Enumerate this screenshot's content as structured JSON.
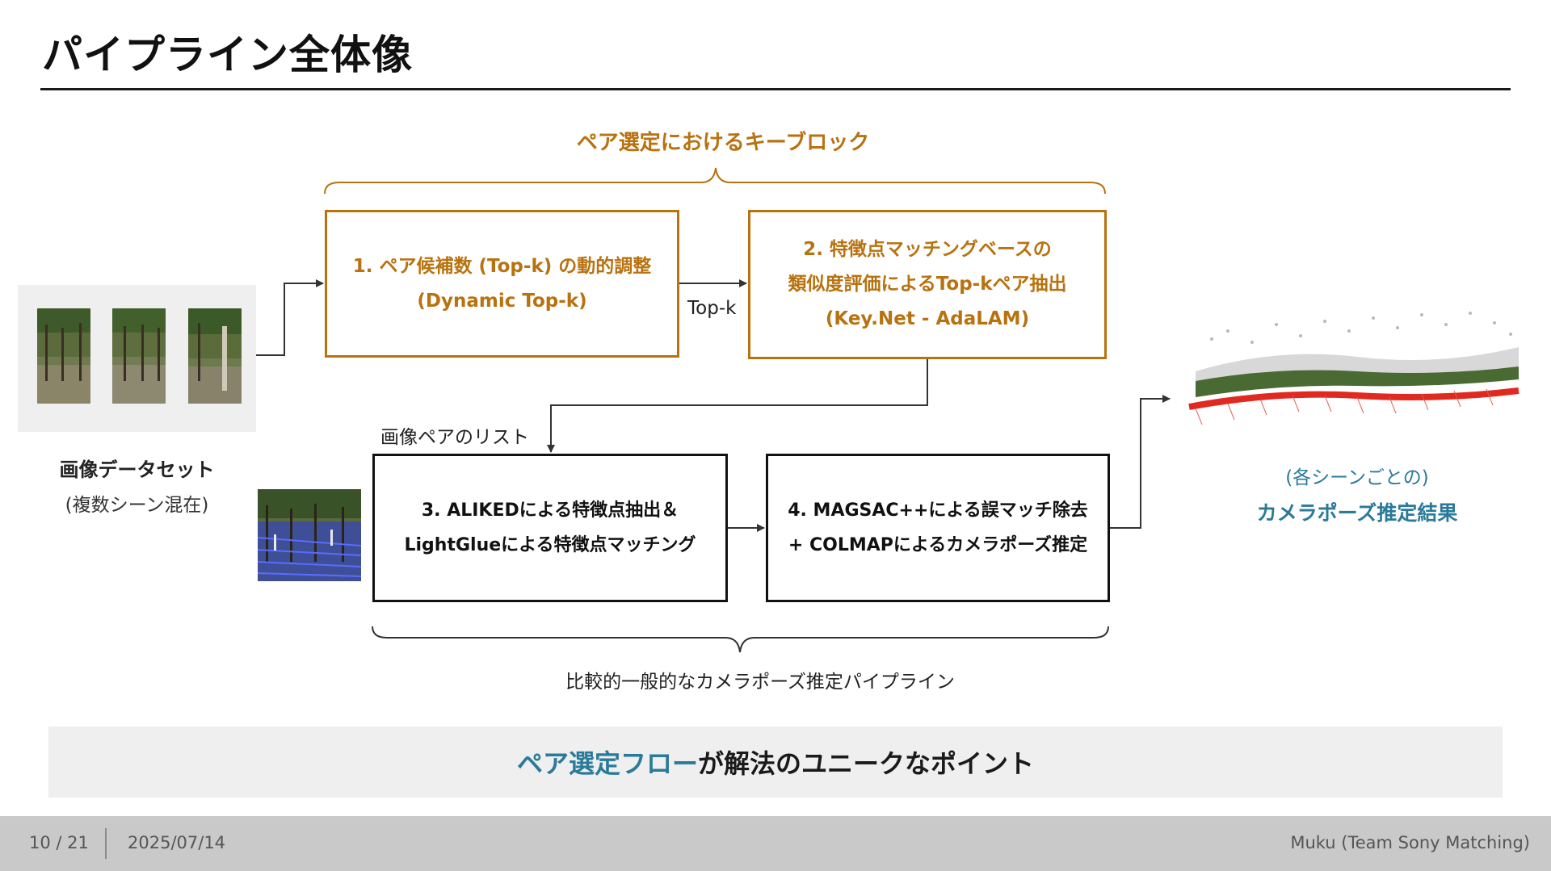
{
  "title": "パイプライン全体像",
  "brace_label": "ペア選定におけるキーブロック",
  "dataset": {
    "label": "画像データセット",
    "sublabel": "(複数シーン混在)"
  },
  "box1": {
    "line1": "1. ペア候補数 (Top-k) の動的調整",
    "line2": "(Dynamic Top-k)"
  },
  "arrow_label_topk": "Top-k",
  "box2": {
    "line1": "2. 特徴点マッチングベースの",
    "line2": "類似度評価によるTop-kペア抽出",
    "line3": "(Key.Net - AdaLAM)"
  },
  "pair_list_label": "画像ペアのリスト",
  "box3": {
    "line1": "3. ALIKEDによる特徴点抽出＆",
    "line2": "LightGlueによる特徴点マッチング"
  },
  "box4": {
    "line1": "4. MAGSAC++による誤マッチ除去",
    "line2": "+ COLMAPによるカメラポーズ推定"
  },
  "result": {
    "line1": "(各シーンごとの)",
    "line2": "カメラポーズ推定結果"
  },
  "pipeline_label": "比較的一般的なカメラポーズ推定パイプライン",
  "banner": {
    "highlight": "ペア選定フロー",
    "rest": "が解法のユニークなポイント"
  },
  "footer": {
    "page": "10 / 21",
    "date": "2025/07/14",
    "author": "Muku (Team Sony Matching)"
  },
  "colors": {
    "accent_orange": "#b8720f",
    "accent_blue": "#2a7a9a",
    "banner_bg": "#efefef",
    "footer_bg": "#c9c9c9"
  }
}
